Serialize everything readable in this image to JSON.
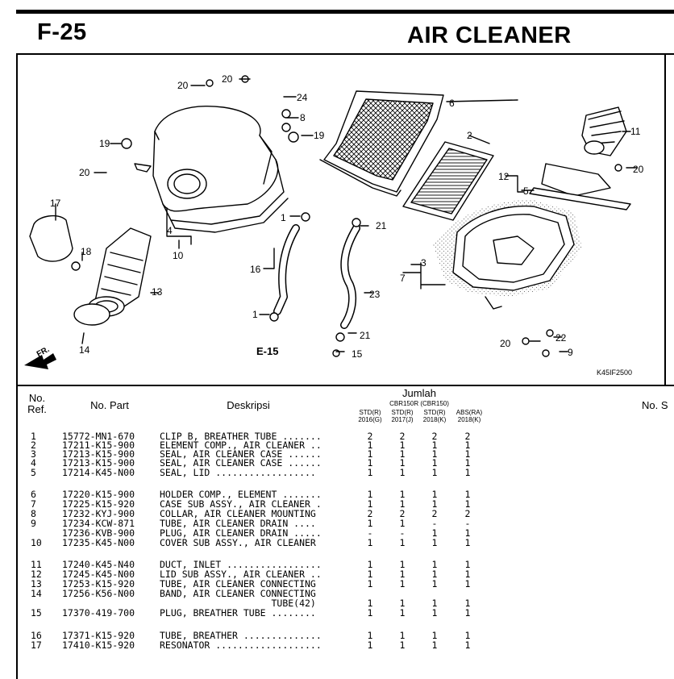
{
  "header": {
    "code": "F-25",
    "title": "AIR CLEANER"
  },
  "diagram": {
    "figure_code": "K45IF2500",
    "front_marker": "FR.",
    "reference": "E-15",
    "callouts": [
      "1",
      "2",
      "3",
      "4",
      "5",
      "6",
      "7",
      "8",
      "9",
      "10",
      "11",
      "12",
      "13",
      "14",
      "15",
      "16",
      "17",
      "18",
      "19",
      "20",
      "21",
      "22",
      "23",
      "24"
    ]
  },
  "table": {
    "headers": {
      "ref": "No.\nRef.",
      "part": "No. Part",
      "desc": "Deskripsi",
      "qty": "Jumlah",
      "models": "CBR150R (CBR150)",
      "cols": [
        {
          "type": "STD(R)",
          "year": "2016(G)"
        },
        {
          "type": "STD(R)",
          "year": "2017(J)"
        },
        {
          "type": "STD(R)",
          "year": "2018(K)"
        },
        {
          "type": "ABS(RA)",
          "year": "2018(K)"
        }
      ],
      "right_cut": "No. S"
    },
    "rows": [
      {
        "ref": "1",
        "part": "15772-MN1-670",
        "desc": "CLIP B, BREATHER TUBE .......",
        "q": [
          "2",
          "2",
          "2",
          "2"
        ]
      },
      {
        "ref": "2",
        "part": "17211-K15-900",
        "desc": "ELEMENT COMP., AIR CLEANER ..",
        "q": [
          "1",
          "1",
          "1",
          "1"
        ]
      },
      {
        "ref": "3",
        "part": "17213-K15-900",
        "desc": "SEAL, AIR CLEANER CASE ......",
        "q": [
          "1",
          "1",
          "1",
          "1"
        ]
      },
      {
        "ref": "4",
        "part": "17213-K15-900",
        "desc": "SEAL, AIR CLEANER CASE ......",
        "q": [
          "1",
          "1",
          "1",
          "1"
        ]
      },
      {
        "ref": "5",
        "part": "17214-K45-N00",
        "desc": "SEAL, LID ..................",
        "q": [
          "1",
          "1",
          "1",
          "1"
        ]
      },
      {
        "ref": "6",
        "part": "17220-K15-900",
        "desc": "HOLDER COMP., ELEMENT .......",
        "q": [
          "1",
          "1",
          "1",
          "1"
        ]
      },
      {
        "ref": "7",
        "part": "17225-K15-920",
        "desc": "CASE SUB ASSY., AIR CLEANER .",
        "q": [
          "1",
          "1",
          "1",
          "1"
        ]
      },
      {
        "ref": "8",
        "part": "17232-KYJ-900",
        "desc": "COLLAR, AIR CLEANER MOUNTING",
        "q": [
          "2",
          "2",
          "2",
          "2"
        ]
      },
      {
        "ref": "9",
        "part": "17234-KCW-871",
        "desc": "TUBE, AIR CLEANER DRAIN ....",
        "q": [
          "1",
          "1",
          "-",
          "-"
        ]
      },
      {
        "ref": "",
        "part": "17236-KVB-900",
        "desc": "PLUG, AIR CLEANER DRAIN .....",
        "q": [
          "-",
          "-",
          "1",
          "1"
        ]
      },
      {
        "ref": "10",
        "part": "17235-K45-N00",
        "desc": "COVER SUB ASSY., AIR CLEANER",
        "q": [
          "1",
          "1",
          "1",
          "1"
        ]
      },
      {
        "ref": "11",
        "part": "17240-K45-N40",
        "desc": "DUCT, INLET .................",
        "q": [
          "1",
          "1",
          "1",
          "1"
        ]
      },
      {
        "ref": "12",
        "part": "17245-K45-N00",
        "desc": "LID SUB ASSY., AIR CLEANER ..",
        "q": [
          "1",
          "1",
          "1",
          "1"
        ]
      },
      {
        "ref": "13",
        "part": "17253-K15-920",
        "desc": "TUBE, AIR CLEANER CONNECTING",
        "q": [
          "1",
          "1",
          "1",
          "1"
        ]
      },
      {
        "ref": "14",
        "part": "17256-K56-N00",
        "desc": "BAND, AIR CLEANER CONNECTING",
        "q": [
          "",
          "",
          "",
          ""
        ]
      },
      {
        "ref": "",
        "part": "",
        "desc": "                    TUBE(42)",
        "q": [
          "1",
          "1",
          "1",
          "1"
        ]
      },
      {
        "ref": "15",
        "part": "17370-419-700",
        "desc": "PLUG, BREATHER TUBE ........",
        "q": [
          "1",
          "1",
          "1",
          "1"
        ]
      },
      {
        "ref": "16",
        "part": "17371-K15-920",
        "desc": "TUBE, BREATHER ..............",
        "q": [
          "1",
          "1",
          "1",
          "1"
        ]
      },
      {
        "ref": "17",
        "part": "17410-K15-920",
        "desc": "RESONATOR ...................",
        "q": [
          "1",
          "1",
          "1",
          "1"
        ]
      }
    ]
  }
}
